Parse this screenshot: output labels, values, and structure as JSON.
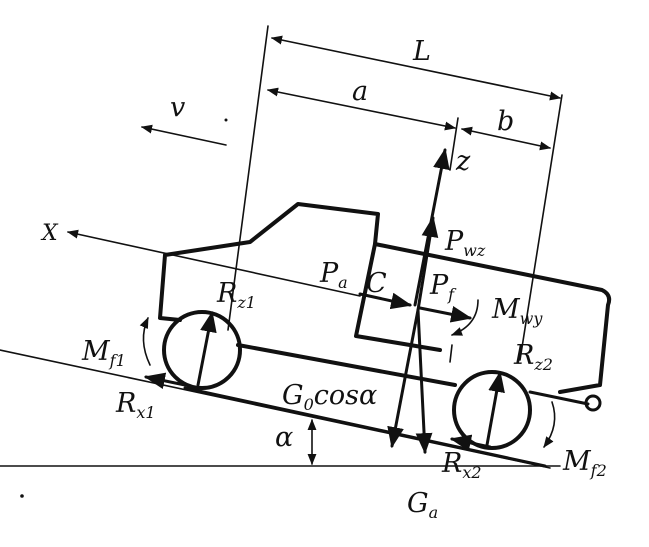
{
  "labels": {
    "L": "L",
    "a": "a",
    "b": "b",
    "v": "v",
    "x": "X",
    "z": "z",
    "c": "C",
    "alpha": "α",
    "pwz_main": "P",
    "pwz_sub": "wz",
    "pa_main": "P",
    "pa_sub": "a",
    "pf_main": "P",
    "pf_sub": "f",
    "mwy_main": "M",
    "mwy_sub": "wy",
    "rz1_main": "R",
    "rz1_sub": "z1",
    "rz2_main": "R",
    "rz2_sub": "z2",
    "mf1_main": "M",
    "mf1_sub": "f1",
    "mf2_main": "M",
    "mf2_sub": "f2",
    "rx1_main": "R",
    "rx1_sub": "x1",
    "rx2_main": "R",
    "rx2_sub": "x2",
    "gcos_g": "G",
    "gcos_sub": "0",
    "gcos_rest": "cosα",
    "ga_main": "G",
    "ga_sub": "a"
  },
  "colors": {
    "ink": "#111111",
    "paper": "#ffffff"
  }
}
